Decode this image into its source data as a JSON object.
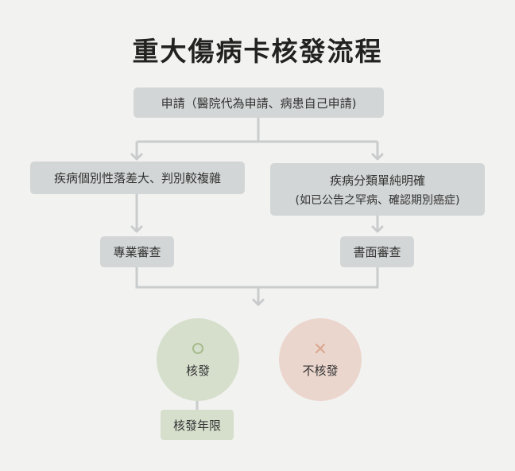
{
  "title": "重大傷病卡核發流程",
  "nodes": {
    "apply": "申請（醫院代為申請、病患自己申請)",
    "left_condition": "疾病個別性落差大、判別較複雜",
    "right_condition": "疾病分類單純明確",
    "right_condition_sub": "(如已公告之罕病、確認期別癌症)",
    "left_review": "專業審查",
    "right_review": "書面審查",
    "approve": "核發",
    "reject": "不核發",
    "validity": "核發年限"
  },
  "icons": {
    "approve_mark": "circle-o-icon",
    "reject_mark": "cross-x-icon"
  },
  "colors": {
    "background": "#f2f2f0",
    "box": "#d3d6d6",
    "connector": "#c9cccc",
    "approve_fill": "#d6dfcc",
    "approve_mark": "#a6bb8c",
    "reject_fill": "#ebd6cd",
    "reject_mark": "#d9a78f"
  }
}
